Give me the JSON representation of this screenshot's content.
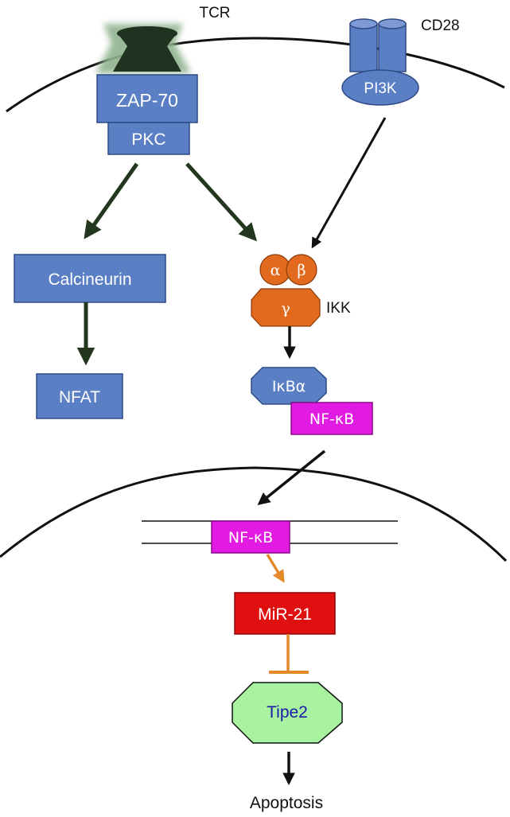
{
  "colors": {
    "box_blue": "#5b7fc4",
    "box_stroke": "#2f4a86",
    "receptor_dark": "#1f3320",
    "receptor_glow": "#8fb28f",
    "ikk_orange": "#e26a1e",
    "nfkb_magenta": "#e21be2",
    "mir21_red": "#e01010",
    "tipe2_green": "#a9f2a0",
    "tipe2_text": "#1a1aaa",
    "arrow_dark_green": "#23361e",
    "arrow_black": "#111111",
    "arrow_orange": "#e58a2a",
    "membrane": "#111111"
  },
  "labels": {
    "tcr": "TCR",
    "cd28": "CD28",
    "pi3k": "PI3K",
    "zap70": "ZAP-70",
    "pkc": "PKC",
    "calcineurin": "Calcineurin",
    "nfat": "NFAT",
    "ikk_alpha": "α",
    "ikk_beta": "β",
    "ikk_gamma": "γ",
    "ikk": "IKK",
    "ikba": "IκBα",
    "nfkb_cyto": "NF-κB",
    "nfkb_nuc": "NF-κB",
    "mir21": "MiR-21",
    "tipe2": "Tipe2",
    "apoptosis": "Apoptosis"
  }
}
